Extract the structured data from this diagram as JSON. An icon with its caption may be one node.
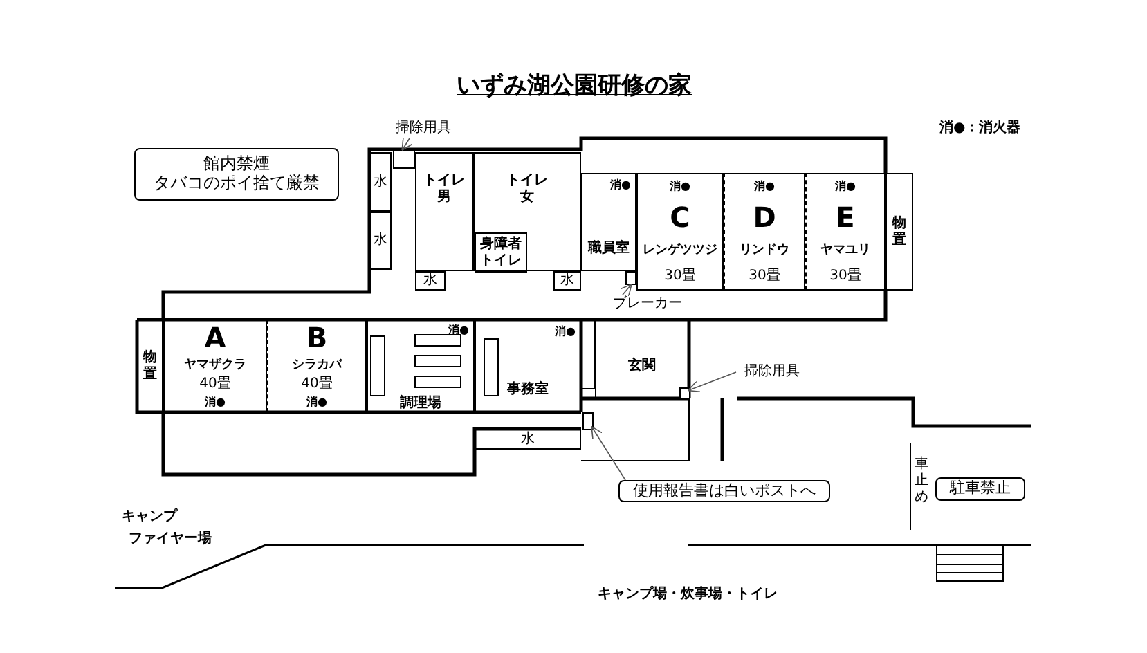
{
  "diagram": {
    "title": "いずみ湖公園研修の家",
    "nodes": [
      {
        "text": [
          "館内禁煙",
          "タバコのポイ捨て厳禁"
        ]
      },
      {
        "text": [
          "掃除用具"
        ]
      },
      {
        "text": [],
        "shape": "box"
      },
      {
        "text": [
          "水"
        ]
      },
      {
        "text": [
          "水"
        ]
      },
      {
        "text": [
          "トイレ",
          "男"
        ]
      },
      {
        "text": [
          "トイレ",
          "女"
        ]
      },
      {
        "text": [
          "身障者",
          "トイレ"
        ],
        "in": 6
      },
      {
        "text": [
          "水"
        ]
      },
      {
        "text": [
          "水"
        ]
      },
      {
        "text": [
          "消●",
          "職員室"
        ]
      },
      {
        "text": [
          "消●",
          "C",
          "レンゲツツジ",
          "30畳"
        ]
      },
      {
        "text": [
          "消●",
          "D",
          "リンドウ",
          "30畳"
        ]
      },
      {
        "text": [
          "消●",
          "E",
          "ヤマユリ",
          "30畳"
        ]
      },
      {
        "text": [
          "物置"
        ]
      },
      {
        "text": [
          "ブレーカー"
        ]
      },
      {
        "text": [],
        "shape": "box"
      },
      {
        "text": [
          "物置"
        ]
      },
      {
        "text": [
          "A",
          "ヤマザクラ",
          "40畳",
          "消●"
        ]
      },
      {
        "text": [
          "B",
          "シラカバ",
          "40畳",
          "消●"
        ]
      },
      {
        "text": [
          "消●",
          "調理場"
        ]
      },
      {
        "text": [
          "消●",
          "事務室"
        ]
      },
      {
        "text": [
          "玄関"
        ]
      },
      {
        "text": [],
        "shape": "box",
        "in": 22
      },
      {
        "text": [
          "掃除用具"
        ]
      },
      {
        "text": [
          "水"
        ]
      },
      {
        "text": [],
        "shape": "box"
      },
      {
        "text": [
          "使用報告書は白いポストへ"
        ]
      },
      {
        "text": [
          "駐車禁止"
        ]
      }
    ],
    "edges": [
      {
        "from": 1,
        "to": 2,
        "arrow": "to"
      },
      {
        "from": 15,
        "to": 16,
        "arrow": "to"
      },
      {
        "from": 24,
        "to": 23,
        "arrow": "to"
      },
      {
        "from": 27,
        "to": 26,
        "arrow": "to"
      }
    ],
    "labels": [
      "消●：消火器",
      "車止め",
      "キャンプ",
      "ファイヤー場",
      "キャンプ場・炊事場・トイレ"
    ]
  }
}
